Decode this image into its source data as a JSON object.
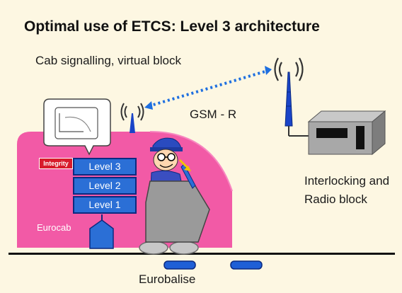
{
  "title": "Optimal use of ETCS: Level 3 architecture",
  "labels": {
    "cab_signalling": "Cab signalling, virtual block",
    "gsm_r": "GSM - R",
    "interlocking_line1": "Interlocking and",
    "interlocking_line2": "Radio block",
    "eurocab": "Eurocab",
    "eurobalise": "Eurobalise",
    "integrity": "Integrity"
  },
  "levels": [
    "Level 3",
    "Level 2",
    "Level 1"
  ],
  "colors": {
    "background": "#fdf7e2",
    "train_body": "#f25aa6",
    "level_box": "#2b6fd6",
    "integrity_badge": "#d81b2c",
    "radio_link": "#1e6fe0",
    "antenna": "#1a44c8"
  }
}
